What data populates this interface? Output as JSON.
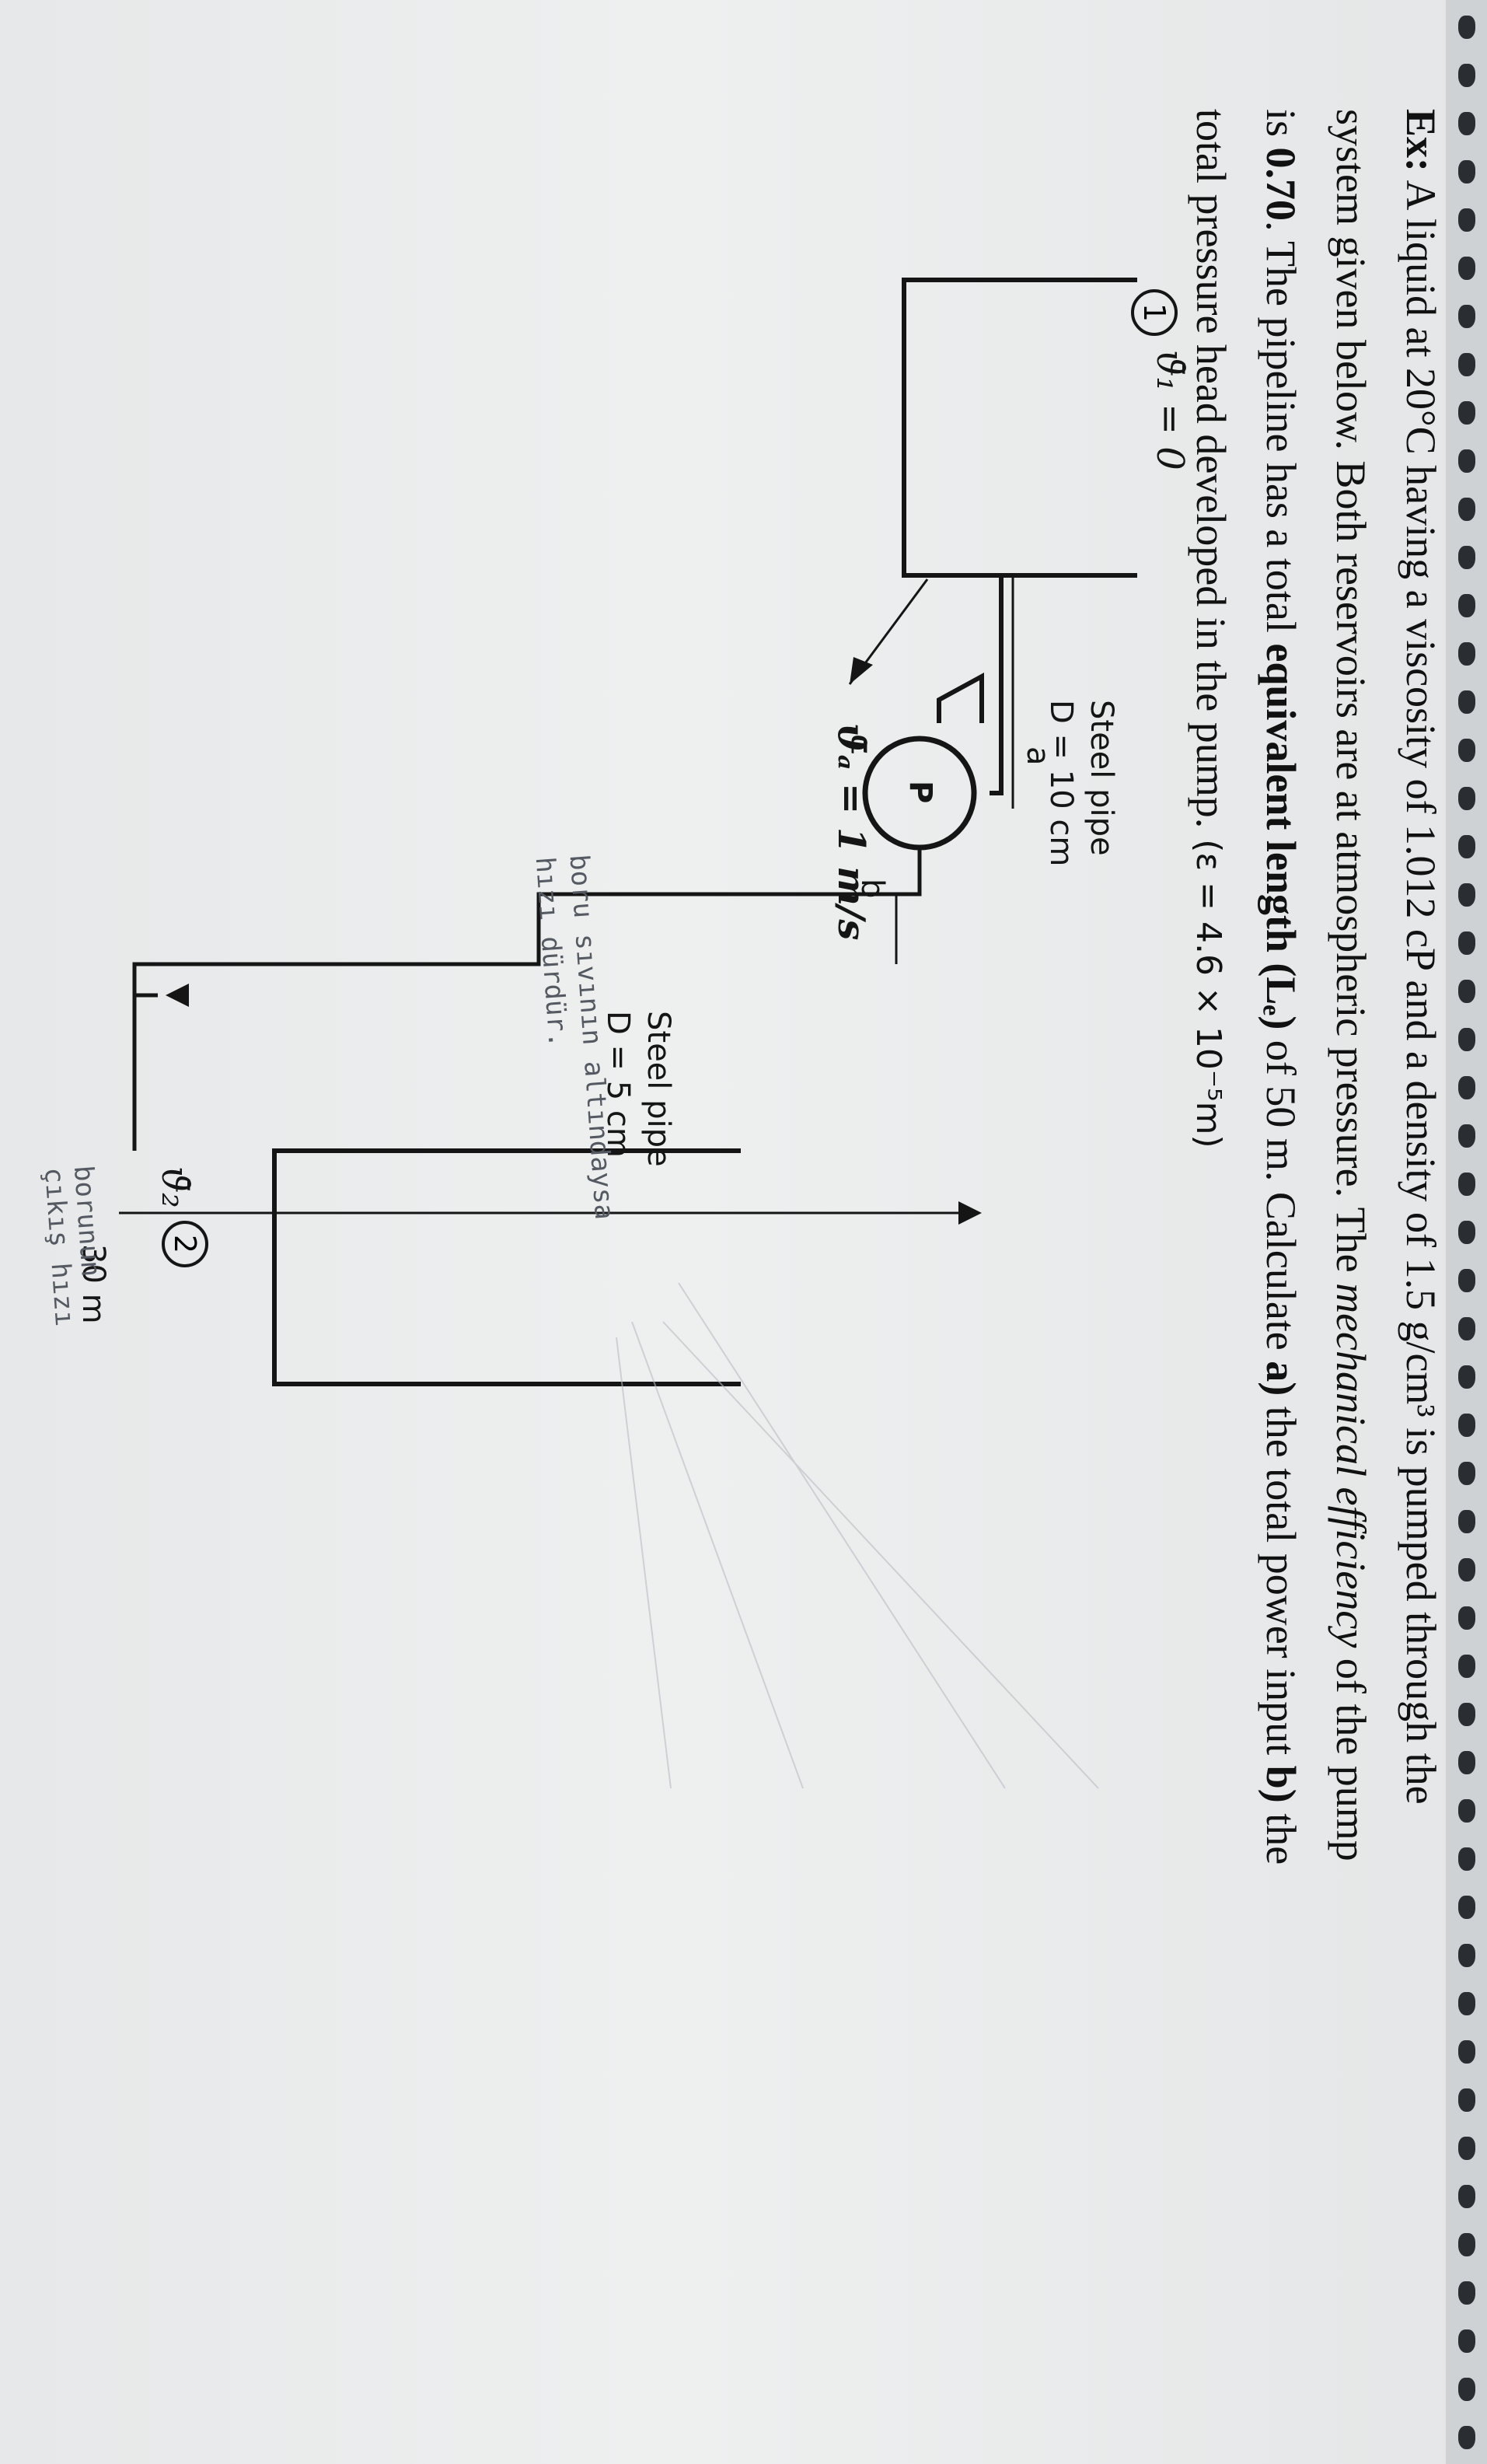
{
  "question": {
    "line1": {
      "label": "Ex:",
      "text": " A liquid at 20°C having a viscosity of 1.012 cP and a density of 1.5 g/cm³ is pumped through the"
    },
    "line2": "system given below. Both reservoirs are at atmospheric pressure. The ",
    "line2_italic": "mechanical efficiency",
    "line2_end": " of the pump",
    "line3_start": "is ",
    "line3_bold": "0.70",
    "line3_mid": ". The pipeline has a total ",
    "line3_bold2": "equivalent length (Lₑ)",
    "line3_end": " of 50 m. Calculate ",
    "line3_a": "a)",
    "line3_end2": " the total power input ",
    "line3_b": "b)",
    "line3_end3": " the",
    "line4": "total pressure head developed in the pump.",
    "line4_roughness": " (ε = 4.6 × 10⁻⁵m)"
  },
  "diagram": {
    "node1": "1",
    "node2": "2",
    "v1_label": "ϑ̄₁ = 0",
    "v2_label": "ϑ̄₂",
    "va_label": "ϑ̄ₐ = 1 m/s",
    "pump_label": "P",
    "point_a": "a",
    "point_b": "b",
    "pipe1_line1": "Steel pipe",
    "pipe1_line2": "D = 10 cm",
    "pipe2_line1": "Steel pipe",
    "pipe2_line2": "D = 5 cm",
    "height_label": "30 m"
  },
  "handwriting": {
    "note1_line1": "borunun",
    "note1_line2": "çıkış hızı",
    "note2_line1": "boru sıvının altındaysa",
    "note2_line2": "hızı dürdür."
  }
}
